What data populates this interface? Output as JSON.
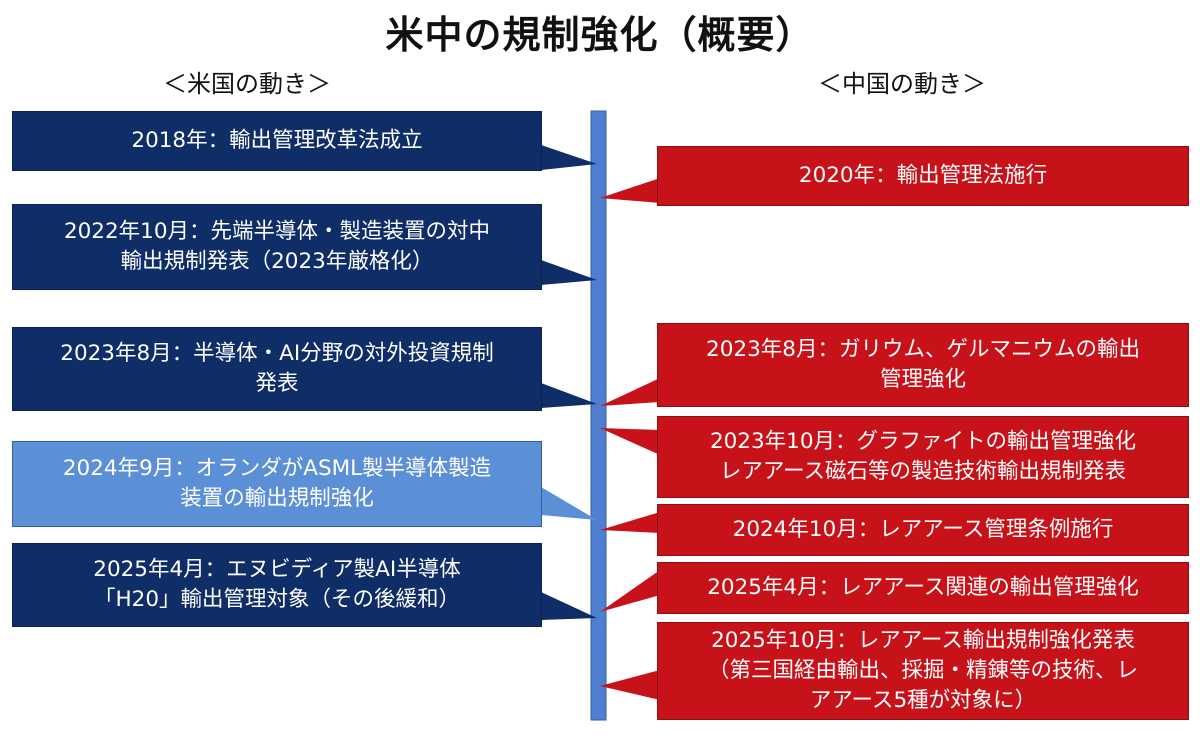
{
  "title": "米中の規制強化（概要）",
  "us_heading": "＜米国の動き＞",
  "cn_heading": "＜中国の動き＞",
  "us_events": [
    {
      "lines": [
        "2018年：輸出管理改革法成立"
      ]
    },
    {
      "lines": [
        "2022年10月：先端半導体・製造装置の対中",
        "輸出規制発表（2023年厳格化）"
      ]
    },
    {
      "lines": [
        "2023年8月：半導体・AI分野の対外投資規制",
        "発表"
      ]
    },
    {
      "lines": [
        "2024年9月：オランダがASML製半導体製造",
        "装置の輸出規制強化"
      ]
    },
    {
      "lines": [
        "2025年4月：エヌビディア製AI半導体",
        "「H20」輸出管理対象（その後緩和）"
      ]
    }
  ],
  "cn_events": [
    {
      "lines": [
        "2020年：輸出管理法施行"
      ]
    },
    {
      "lines": [
        "2023年8月：ガリウム、ゲルマニウムの輸出",
        "管理強化"
      ]
    },
    {
      "lines": [
        "2023年10月：グラファイトの輸出管理強化",
        "レアアース磁石等の製造技術輸出規制発表"
      ]
    },
    {
      "lines": [
        "2024年10月：レアアース管理条例施行"
      ]
    },
    {
      "lines": [
        "2025年4月：レアアース関連の輸出管理強化"
      ]
    },
    {
      "lines": [
        "2025年10月：レアアース輸出規制強化発表",
        "（第三国経由輸出、採掘・精錬等の技術、レ",
        "アアース5種が対象に）"
      ]
    }
  ],
  "colors": {
    "us_dark": "#0f2d66",
    "us_light": "#5b8fd6",
    "china_red": "#c8121a",
    "timeline": "#4f7fd0"
  }
}
